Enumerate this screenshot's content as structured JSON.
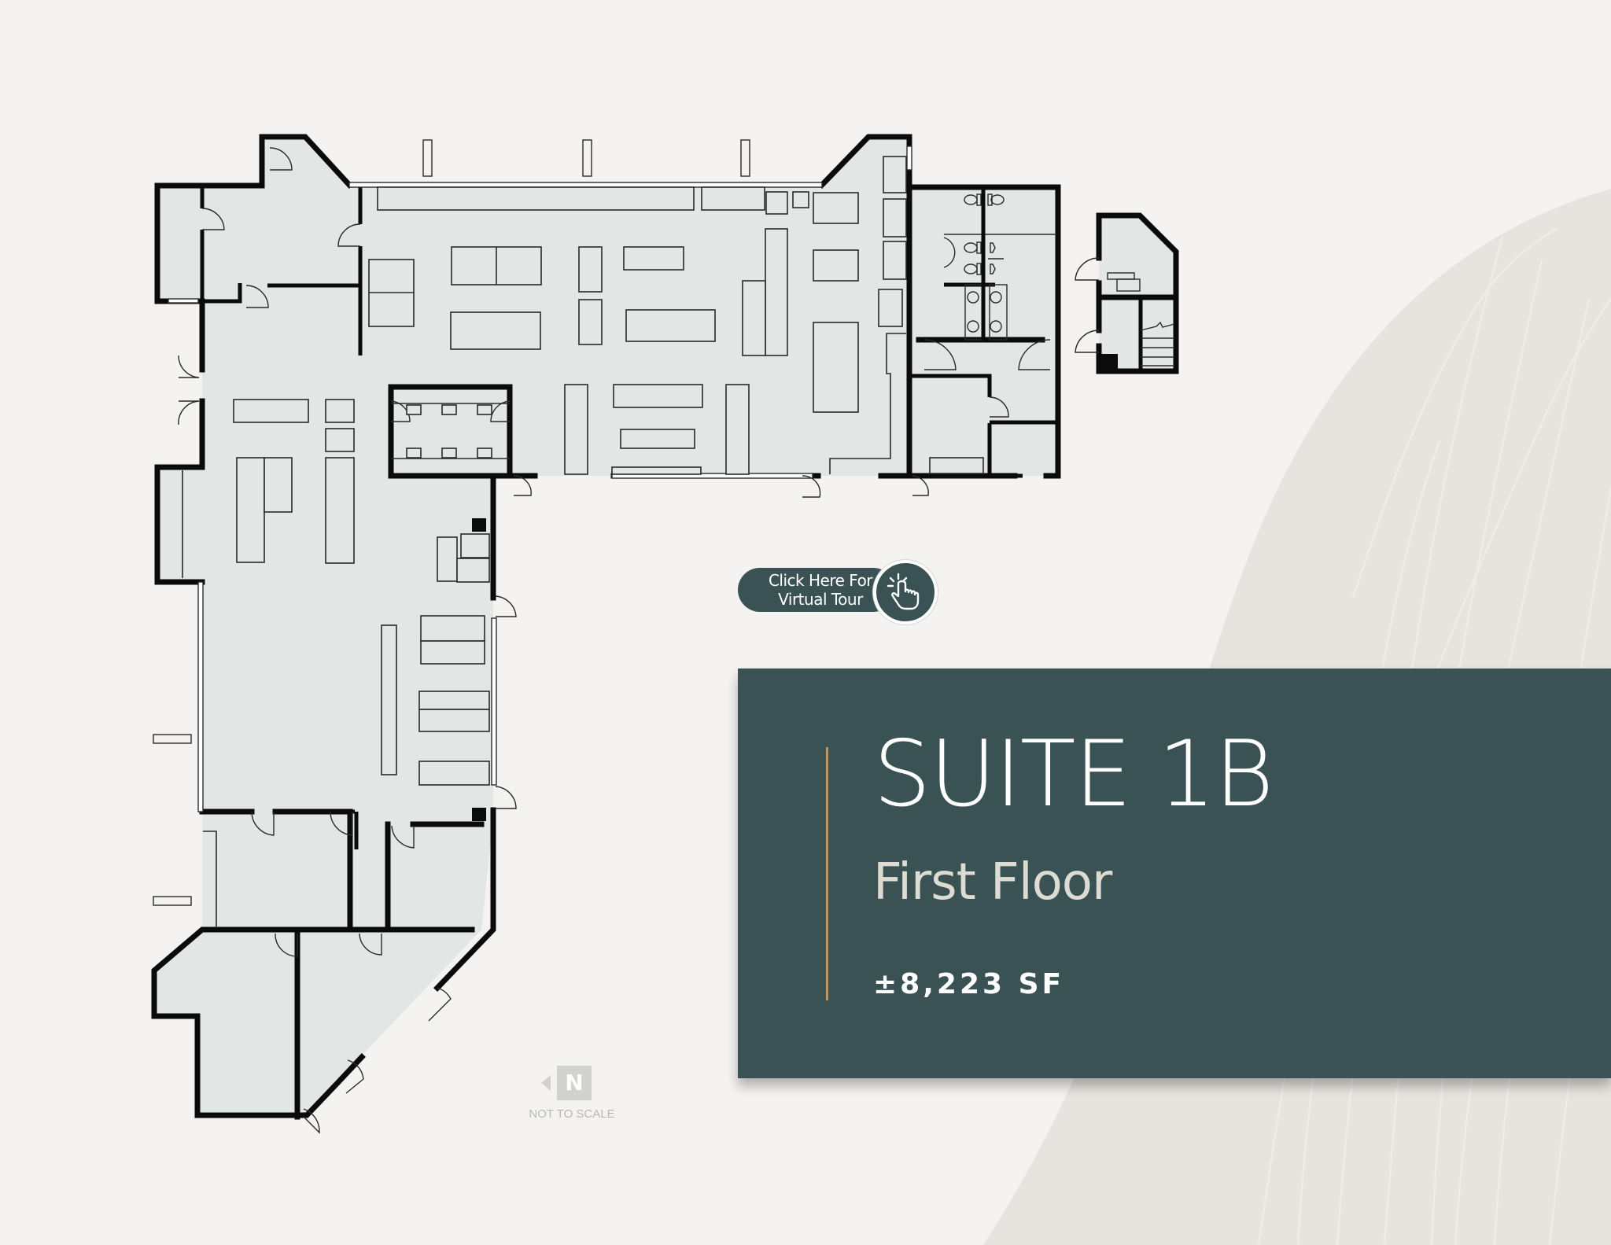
{
  "page": {
    "background_color": "#f4f3f1",
    "accent_color": "#3a5254",
    "gold_accent_color": "#b49a6a",
    "floor_fill_color": "#e2e6e4",
    "wall_color": "#0b0b0b"
  },
  "floorplan": {
    "description": "L-shaped first floor plan of Suite 1B with open retail floor, central display fixtures, restroom core, stair/elevator annex and perimeter offices"
  },
  "virtual_tour": {
    "line1": "Click Here For",
    "line2": "Virtual Tour",
    "icon": "hand-pointer-click-icon"
  },
  "info_panel": {
    "title": "SUITE 1B",
    "subtitle": "First Floor",
    "area": "±8,223 SF"
  },
  "north_indicator": {
    "letter": "N",
    "note": "NOT TO SCALE"
  }
}
